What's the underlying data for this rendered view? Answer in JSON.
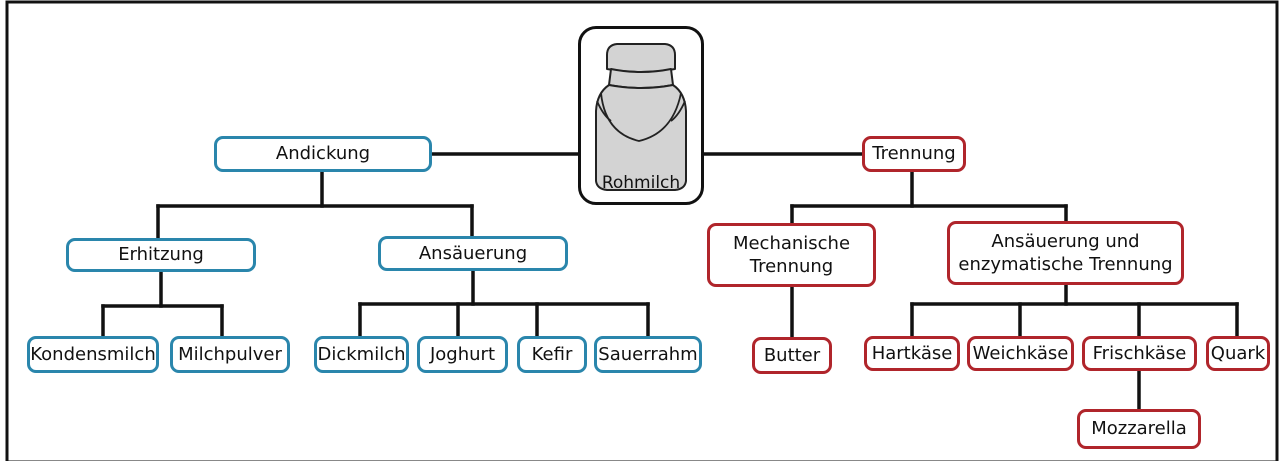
{
  "root": {
    "label": "Rohmilch",
    "icon": "milk-can-icon"
  },
  "colors": {
    "left_branch": "#2a86ac",
    "right_branch": "#b0252b",
    "lines": "#111111",
    "can": "#d3d3d3"
  },
  "left": {
    "label": "Andickung",
    "erhitzung": {
      "label": "Erhitzung",
      "children": [
        "Kondensmilch",
        "Milchpulver"
      ]
    },
    "ansaeuerung": {
      "label": "Ansäuerung",
      "children": [
        "Dickmilch",
        "Joghurt",
        "Kefir",
        "Sauerrahm"
      ]
    }
  },
  "right": {
    "label": "Trennung",
    "mechanisch": {
      "line1": "Mechanische",
      "line2": "Trennung",
      "children": [
        "Butter"
      ]
    },
    "enzymatisch": {
      "line1": "Ansäuerung und",
      "line2": "enzymatische Trennung",
      "children": [
        "Hartkäse",
        "Weichkäse",
        "Frischkäse",
        "Quark"
      ]
    },
    "frischkaese_child": "Mozzarella"
  }
}
